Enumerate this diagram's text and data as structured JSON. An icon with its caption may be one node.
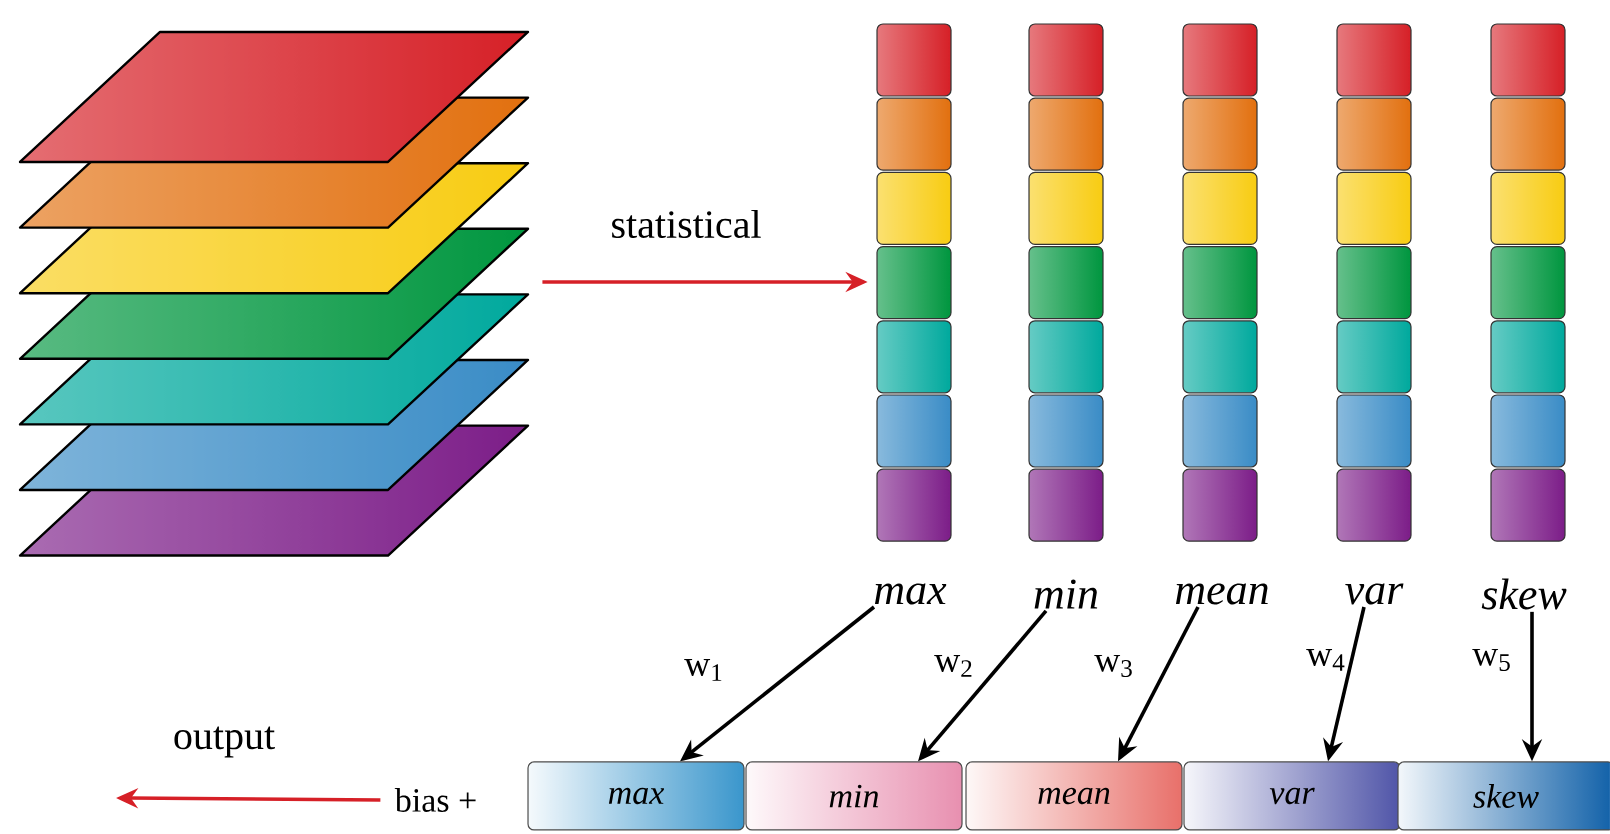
{
  "diagram": {
    "nodes": [
      {
        "text": [],
        "shape": "picture"
      },
      {
        "text": [],
        "shape": "bar"
      },
      {
        "text": [],
        "shape": "bar"
      },
      {
        "text": [],
        "shape": "bar"
      },
      {
        "text": [],
        "shape": "bar"
      },
      {
        "text": [],
        "shape": "bar"
      },
      {
        "text": [
          "max"
        ]
      },
      {
        "text": [
          "min"
        ]
      },
      {
        "text": [
          "mean"
        ]
      },
      {
        "text": [
          "var"
        ]
      },
      {
        "text": [
          "skew"
        ]
      },
      {
        "text": [
          "bias +"
        ]
      },
      {
        "text": [
          "max"
        ]
      },
      {
        "text": [
          "min"
        ]
      },
      {
        "text": [
          "mean"
        ]
      },
      {
        "text": [
          "var"
        ]
      },
      {
        "text": [
          "skew"
        ]
      }
    ],
    "edges": [
      {
        "from": 0,
        "to": 1,
        "arrow": "to",
        "label": "statistical",
        "color": "#d62027"
      },
      {
        "from": 6,
        "to": 12,
        "arrow": "to",
        "label": "w$_{1}$"
      },
      {
        "from": 7,
        "to": 13,
        "arrow": "to",
        "label": "w$_{2}$"
      },
      {
        "from": 8,
        "to": 14,
        "arrow": "to",
        "label": "w$_{3}$"
      },
      {
        "from": 9,
        "to": 15,
        "arrow": "to",
        "label": "w$_{4}$"
      },
      {
        "from": 10,
        "to": 16,
        "arrow": "to",
        "label": "w$_{5}$"
      },
      {
        "from": 11,
        "to": null,
        "arrow": "to",
        "label": "output",
        "color": "#d62027"
      }
    ]
  }
}
